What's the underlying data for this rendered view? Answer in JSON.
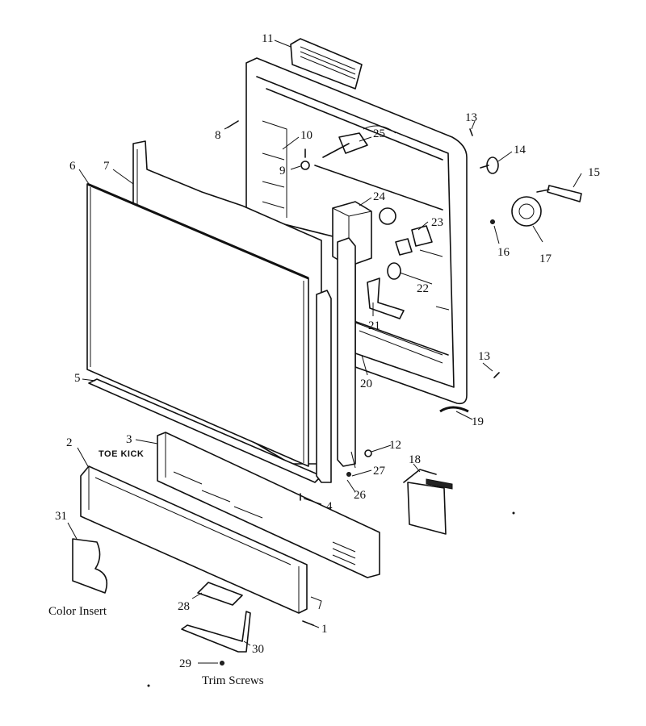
{
  "part_numbers": [
    "1",
    "2",
    "3",
    "4",
    "5",
    "6",
    "7",
    "8",
    "9",
    "10",
    "11",
    "12",
    "13",
    "13",
    "14",
    "15",
    "16",
    "17",
    "18",
    "19",
    "20",
    "21",
    "22",
    "23",
    "24",
    "25",
    "26",
    "27",
    "28",
    "29",
    "30",
    "31"
  ],
  "labels": {
    "toe_kick": "TOE KICK",
    "color_insert": "Color Insert",
    "trim_screws": "Trim Screws"
  }
}
